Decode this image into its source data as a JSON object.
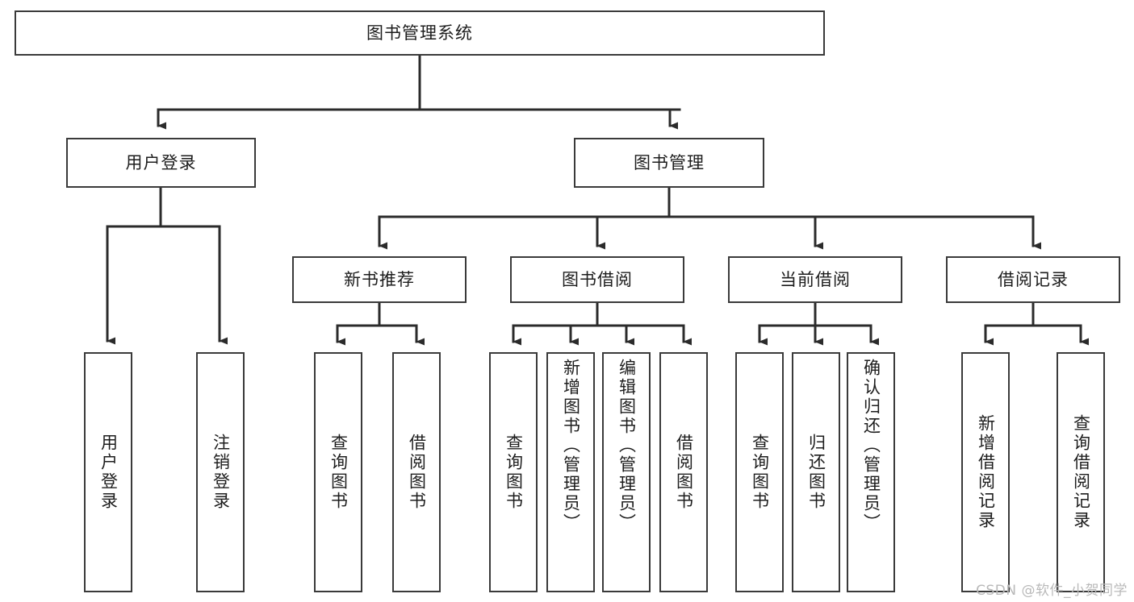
{
  "diagram": {
    "type": "tree",
    "title": "图书管理系统",
    "watermark": "CSDN @软件_小贺同学",
    "colors": {
      "background": "#ffffff",
      "node_border": "#3a3a3a",
      "node_fill": "#ffffff",
      "text": "#1d1d1d",
      "connector": "#2b2b2b",
      "watermark": "#b9b9b9"
    },
    "levels": {
      "root": "图书管理系统",
      "level2": [
        "用户登录",
        "图书管理"
      ],
      "level3": [
        "新书推荐",
        "图书借阅",
        "当前借阅",
        "借阅记录"
      ],
      "leaves": [
        "用户登录",
        "注销登录",
        "查询图书",
        "借阅图书",
        "查询图书",
        "新增图书（管理员）",
        "编辑图书（管理员）",
        "借阅图书",
        "查询图书",
        "归还图书",
        "确认归还（管理员）",
        "新增借阅记录",
        "查询借阅记录"
      ]
    },
    "nodes": {
      "root": {
        "label": "图书管理系统"
      },
      "user_login": {
        "label": "用户登录"
      },
      "book_manage": {
        "label": "图书管理"
      },
      "new_book_rec": {
        "label": "新书推荐"
      },
      "book_borrow": {
        "label": "图书借阅"
      },
      "current_borrow": {
        "label": "当前借阅"
      },
      "borrow_record": {
        "label": "借阅记录"
      },
      "leaf_user_login": {
        "label": "用户登录"
      },
      "leaf_logout": {
        "label": "注销登录"
      },
      "leaf_query_book_a": {
        "label": "查询图书"
      },
      "leaf_borrow_book_a": {
        "label": "借阅图书"
      },
      "leaf_query_book_b": {
        "label": "查询图书"
      },
      "leaf_add_book": {
        "label": "新增图书（管理员）"
      },
      "leaf_edit_book": {
        "label": "编辑图书（管理员）"
      },
      "leaf_borrow_book_b": {
        "label": "借阅图书"
      },
      "leaf_query_book_c": {
        "label": "查询图书"
      },
      "leaf_return_book": {
        "label": "归还图书"
      },
      "leaf_confirm_return": {
        "label": "确认归还（管理员）"
      },
      "leaf_add_record": {
        "label": "新增借阅记录"
      },
      "leaf_query_record": {
        "label": "查询借阅记录"
      }
    }
  }
}
